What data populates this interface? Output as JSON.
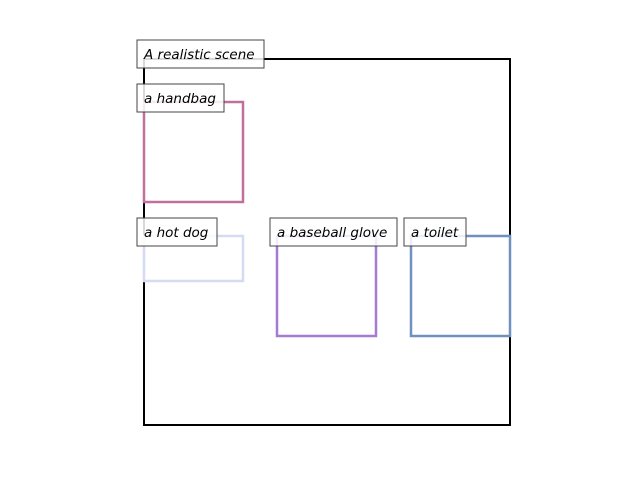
{
  "scene": {
    "title": "A realistic scene",
    "frame_color": "#000000"
  },
  "objects": [
    {
      "label": "a handbag",
      "color": "#c0709a"
    },
    {
      "label": "a hot dog",
      "color": "#d5dbf2"
    },
    {
      "label": "a baseball glove",
      "color": "#a57ad0"
    },
    {
      "label": "a toilet",
      "color": "#7090c0"
    }
  ]
}
